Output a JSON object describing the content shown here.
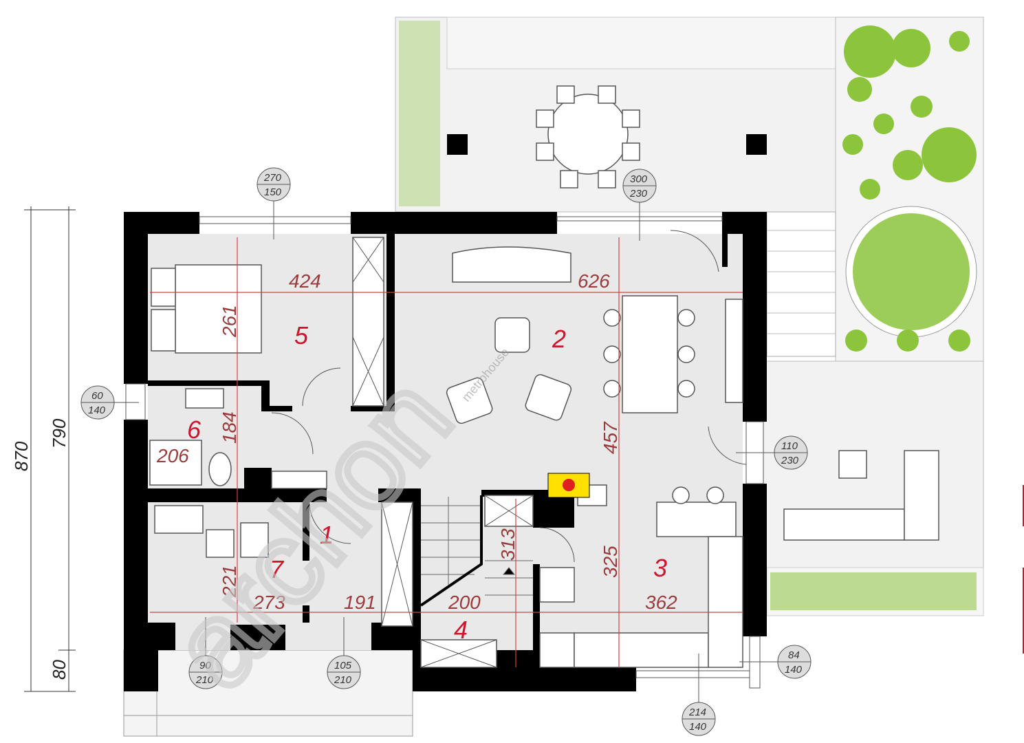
{
  "plan": {
    "rooms": [
      "1",
      "2",
      "3",
      "4",
      "5",
      "6",
      "7"
    ],
    "dimensions": {
      "bedroom_width": "424",
      "bedroom_depth": "261",
      "living_width": "626",
      "living_depth": "457",
      "bath6_depth": "184",
      "bath6_width": "206",
      "bath7_depth": "221",
      "bath7_width": "273",
      "hall1_width": "191",
      "hall4_width": "200",
      "stair_depth": "313",
      "kitchen_depth": "325",
      "kitchen_width": "362"
    },
    "overall": {
      "total": "870",
      "inner": "790",
      "porch": "80"
    },
    "openings": [
      {
        "w": "270",
        "h": "150"
      },
      {
        "w": "300",
        "h": "230"
      },
      {
        "w": "60",
        "h": "140"
      },
      {
        "w": "110",
        "h": "230"
      },
      {
        "w": "90",
        "h": "210"
      },
      {
        "w": "105",
        "h": "210"
      },
      {
        "w": "84",
        "h": "140"
      },
      {
        "w": "214",
        "h": "140"
      }
    ],
    "watermark": "archon",
    "watermark_small": "metrohouse",
    "colors": {
      "dimension": "#9b3b3b",
      "room_number": "#d0142c",
      "wall": "#000000",
      "floor": "#e9e9ea",
      "plant": "#8cc43c",
      "fireplace": "#ffe000"
    }
  }
}
